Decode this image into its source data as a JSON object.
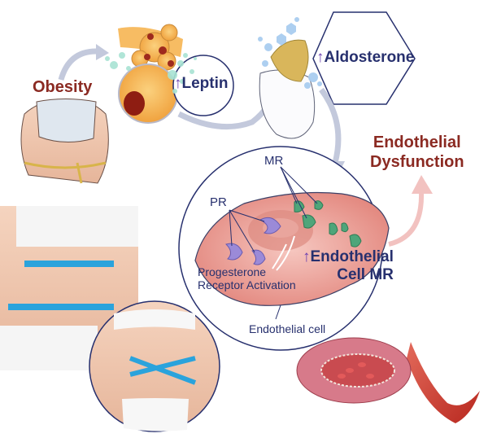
{
  "labels": {
    "obesity": "Obesity",
    "leptin": "Leptin",
    "leptin_arrow": "↑",
    "aldosterone": "Aldosterone",
    "aldosterone_arrow": "↑",
    "endothelial_dysfunction_line1": "Endothelial",
    "endothelial_dysfunction_line2": "Dysfunction",
    "mr": "MR",
    "pr": "PR",
    "progesterone_line1": "Progesterone",
    "progesterone_line2": "Receptor Activation",
    "endothelial_cell_mr_arrow": "↑",
    "endothelial_cell_mr_line1": "Endothelial",
    "endothelial_cell_mr_line2": "Cell MR",
    "endothelial_cell": "Endothelial cell"
  },
  "colors": {
    "title_red": "#8b2a22",
    "navy": "#27306e",
    "up_arrow_purple": "#6a3fb0",
    "flow_arrow_gray": "#c3c9dc",
    "dysfunction_arrow_pink": "#f2c2c0",
    "cell_pink": "#e9a39c",
    "pr_purple": "#9b8ad8",
    "mr_green": "#4fa57a",
    "measuring_tape_blue": "#2aa3dc",
    "fat_orange": "#f3b04a",
    "vessel_red": "#d9473c"
  }
}
